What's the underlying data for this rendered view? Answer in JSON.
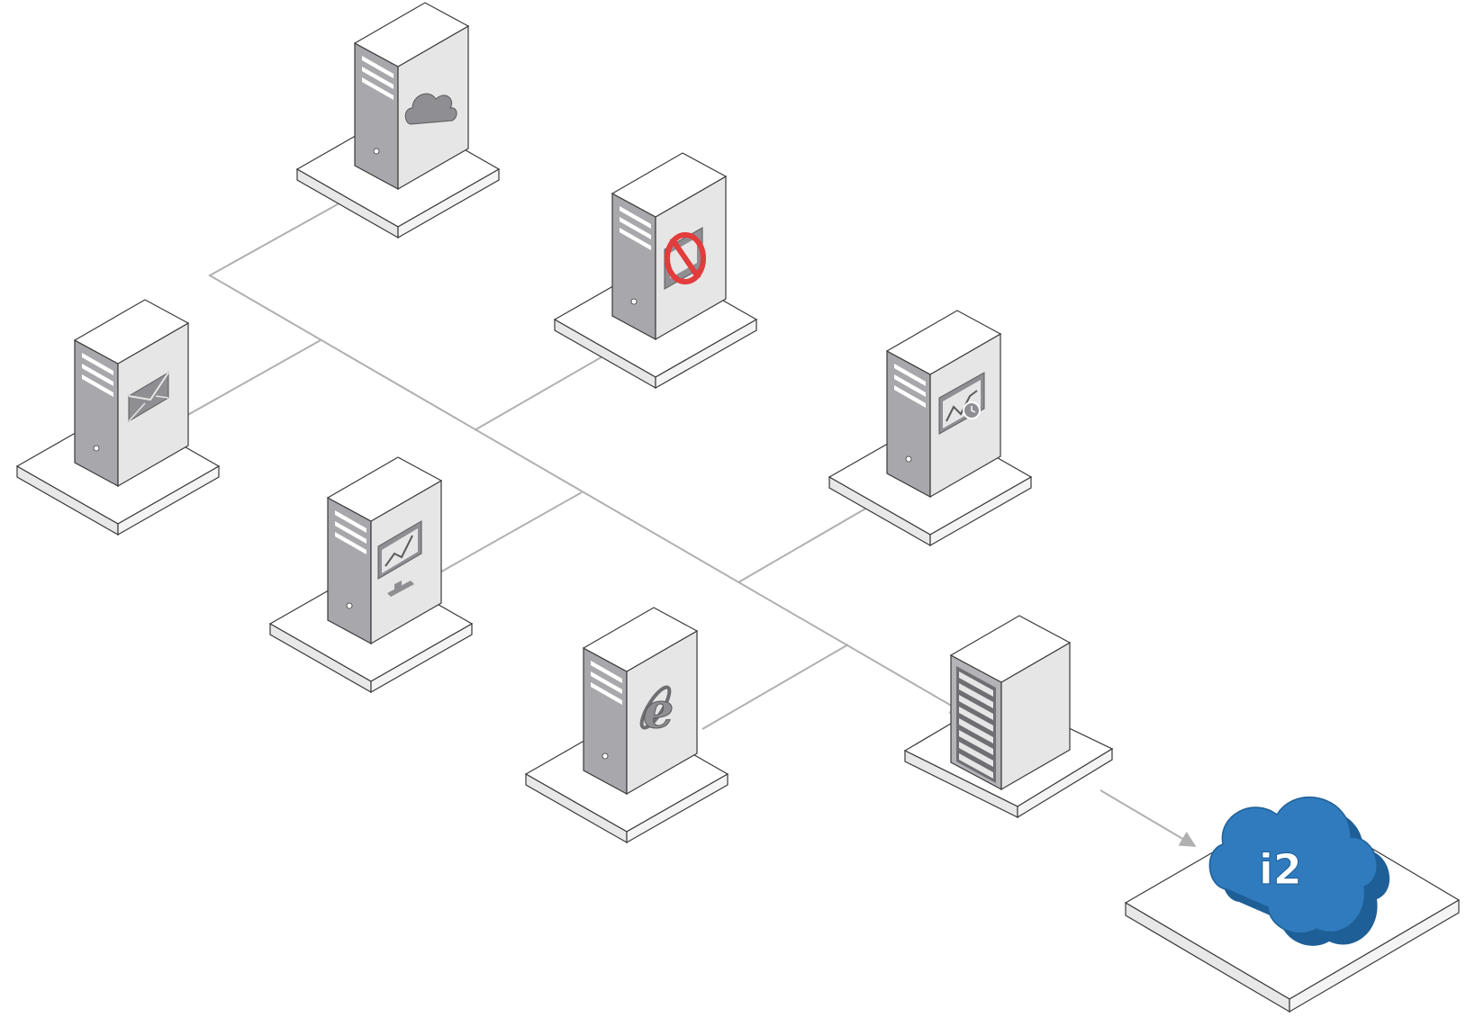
{
  "colors": {
    "background": "#ffffff",
    "connector": "#b0b0b0",
    "outline": "#3a3a3a",
    "tower_front": "#a7a7ac",
    "tower_side": "#e6e6e6",
    "tower_top": "#ffffff",
    "platform_top": "#ffffff",
    "platform_side": "#e8e8e8",
    "icon_fill": "#8e8e93",
    "block_symbol": "#e23c3c",
    "cloud_blue": "#2f7bbd",
    "cloud_blue_dark": "#1f5f97",
    "cloud_text": "#ffffff"
  },
  "nodes": [
    {
      "id": "cloud-server",
      "icon": "cloud-icon"
    },
    {
      "id": "blocked-monitor-server",
      "icon": "blocked-monitor-icon"
    },
    {
      "id": "mail-server",
      "icon": "mail-icon"
    },
    {
      "id": "analytics-server",
      "icon": "chart-clock-icon"
    },
    {
      "id": "monitor-chart-server",
      "icon": "monitor-chart-icon"
    },
    {
      "id": "web-browser-server",
      "icon": "internet-explorer-icon"
    },
    {
      "id": "rack-server",
      "icon": "server-rack-icon"
    },
    {
      "id": "i2-cloud",
      "icon": "i2-cloud-icon",
      "label": "i2"
    }
  ]
}
